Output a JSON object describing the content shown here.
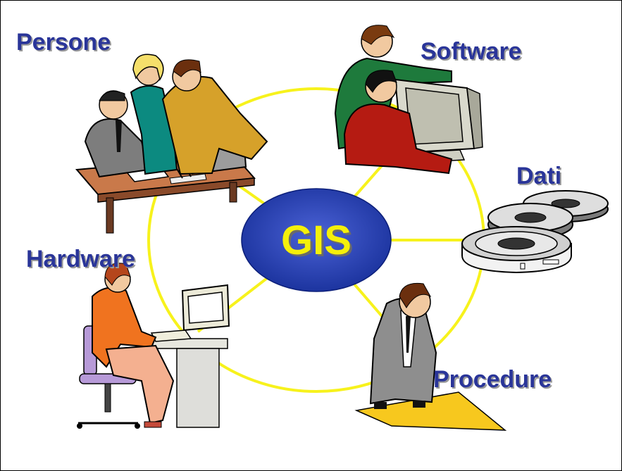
{
  "center": {
    "label": "GIS"
  },
  "components": [
    {
      "label": "Persone",
      "icon": "people-meeting-icon"
    },
    {
      "label": "Software",
      "icon": "computer-users-icon"
    },
    {
      "label": "Dati",
      "icon": "data-disks-icon"
    },
    {
      "label": "Procedure",
      "icon": "person-reading-map-icon"
    },
    {
      "label": "Hardware",
      "icon": "woman-at-computer-icon"
    }
  ],
  "colors": {
    "ring": "#f7f21c",
    "center_fill": "#1f39a8",
    "center_text": "#f5f00a",
    "label_text": "#2a3599",
    "label_shadow": "#9a9a9a"
  }
}
